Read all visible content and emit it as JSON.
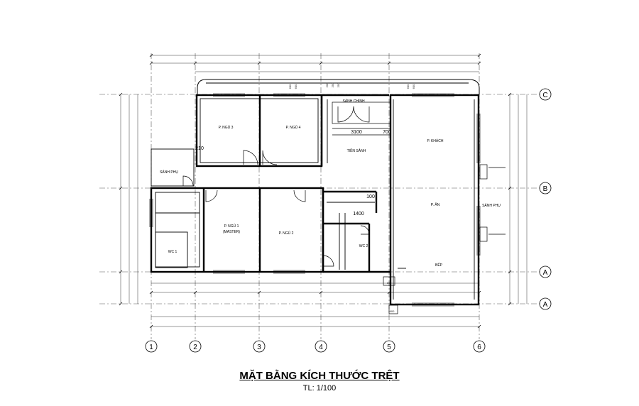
{
  "title": "MẶT BẰNG KÍCH THƯỚC TRỆT",
  "scale": "TL: 1/100",
  "grid_columns": [
    "1",
    "2",
    "3",
    "4",
    "5",
    "6"
  ],
  "grid_rows": [
    "C",
    "B",
    "A",
    "A"
  ],
  "rooms": {
    "bed3": "P. NGỦ 3",
    "bed4": "P. NGỦ 4",
    "entrance": "SẢNH CHÍNH",
    "foyer": "TIỀN SẢNH",
    "living": "P. KHÁCH",
    "side_lobby_left": "SẢNH PHỤ",
    "bed1": "P. NGỦ 1",
    "bed1_sub": "(MASTER)",
    "bed2": "P. NGỦ 2",
    "wc1": "WC 1",
    "wc2": "WC 2",
    "dining": "P. ĂN",
    "side_lobby_right": "SẢNH PHỤ",
    "kitchen": "BẾP"
  },
  "dims": {
    "d3100": "3100",
    "d700": "700",
    "d1400": "1400",
    "d250": "250",
    "d600": "600",
    "d200": "200",
    "d210": "210",
    "d150": "150",
    "d100": "100"
  }
}
